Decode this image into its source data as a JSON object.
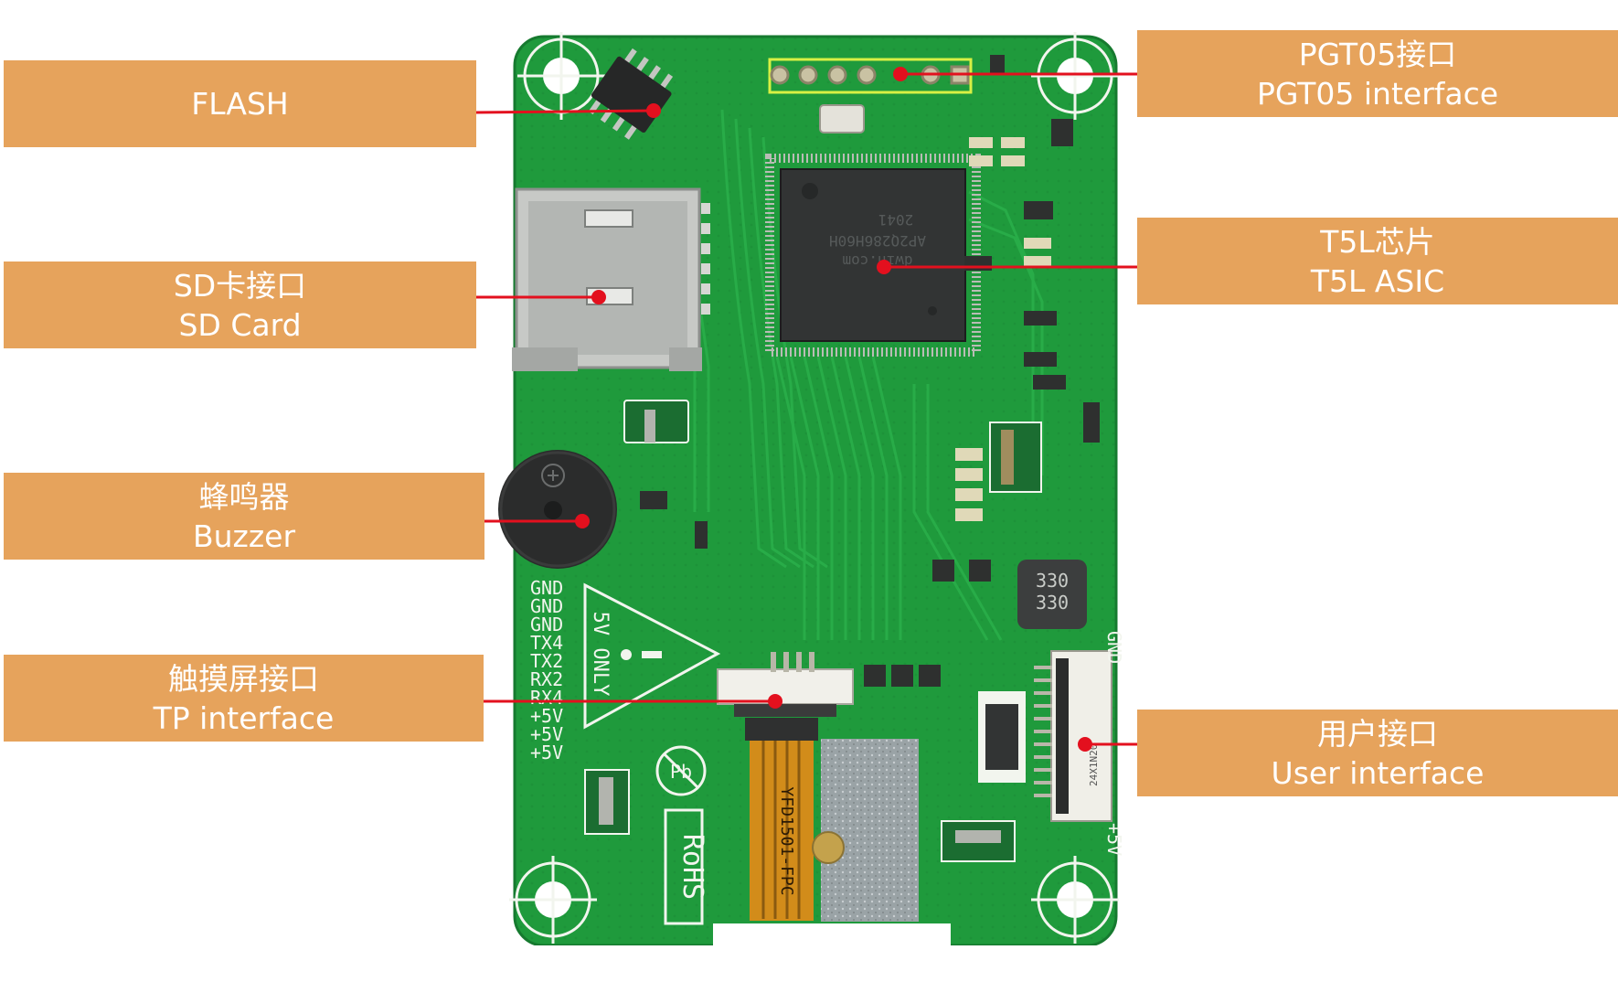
{
  "colors": {
    "callout_fill": "#e6a35c",
    "callout_text": "#ffffff",
    "leader_line": "#e3101e",
    "pcb_green": "#1f9a3c",
    "silkscreen": "#f2f5ee"
  },
  "labels": {
    "flash": {
      "line1": "FLASH"
    },
    "sd_card": {
      "line1": "SD卡接口",
      "line2": "SD Card"
    },
    "buzzer": {
      "line1": "蜂鸣器",
      "line2": "Buzzer"
    },
    "touch": {
      "line1": "触摸屏接口",
      "line2": "TP interface"
    },
    "pgt05": {
      "line1": "PGT05接口",
      "line2": "PGT05 interface"
    },
    "t5l": {
      "line1": "T5L芯片",
      "line2": "T5L ASIC"
    },
    "user": {
      "line1": "用户接口",
      "line2": "User interface"
    }
  },
  "board_markings": {
    "pins": [
      "GND",
      "GND",
      "GND",
      "TX4",
      "TX2",
      "RX2",
      "RX4",
      "+5V",
      "+5V",
      "+5V"
    ],
    "warning": "5V ONLY",
    "rohs": "RoHS",
    "pb": "Pb",
    "fpc": "YFD1501-FPC",
    "chip": [
      "AP2Q286H60H",
      "2041",
      "dwin.com"
    ],
    "inductor": "330",
    "gnd": "GND",
    "plus5v": "+5V",
    "connector": "24X1N20"
  }
}
